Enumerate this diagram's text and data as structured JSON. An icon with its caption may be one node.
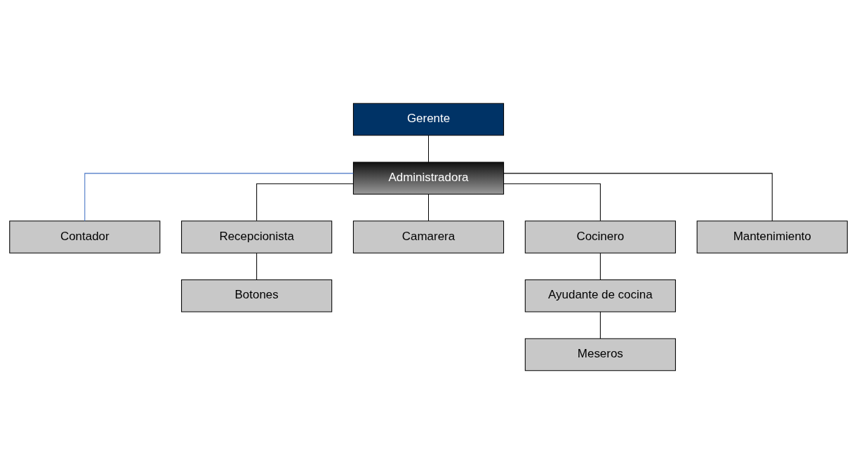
{
  "diagram": {
    "nodes": [
      {
        "text": [
          "Gerente"
        ]
      },
      {
        "text": [
          "Administradora"
        ]
      },
      {
        "text": [
          "Contador"
        ]
      },
      {
        "text": [
          "Recepcionista"
        ]
      },
      {
        "text": [
          "Camarera"
        ]
      },
      {
        "text": [
          "Cocinero"
        ]
      },
      {
        "text": [
          "Mantenimiento"
        ]
      },
      {
        "text": [
          "Botones"
        ]
      },
      {
        "text": [
          "Ayudante de cocina"
        ]
      },
      {
        "text": [
          "Meseros"
        ]
      }
    ],
    "edges": [
      {
        "from": 0,
        "to": 1,
        "arrow": "none"
      },
      {
        "from": 1,
        "to": 2,
        "arrow": "none",
        "color": "#4472c4"
      },
      {
        "from": 1,
        "to": 3,
        "arrow": "none"
      },
      {
        "from": 1,
        "to": 4,
        "arrow": "none"
      },
      {
        "from": 1,
        "to": 5,
        "arrow": "none"
      },
      {
        "from": 1,
        "to": 6,
        "arrow": "none"
      },
      {
        "from": 3,
        "to": 7,
        "arrow": "none"
      },
      {
        "from": 5,
        "to": 8,
        "arrow": "none"
      },
      {
        "from": 8,
        "to": 9,
        "arrow": "none"
      }
    ]
  }
}
